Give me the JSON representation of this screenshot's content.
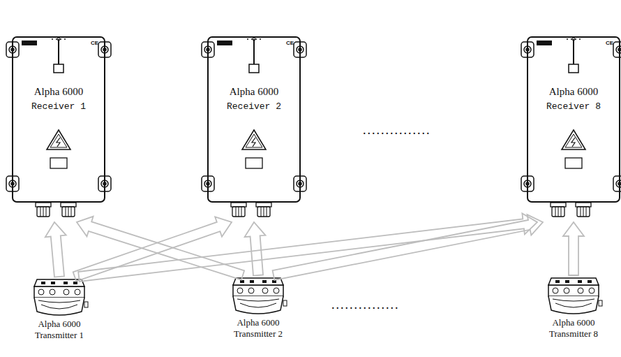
{
  "diagram": {
    "nodes": [
      {
        "text": [
          "Alpha 6000",
          "Receiver 1"
        ]
      },
      {
        "text": [
          "Alpha 6000",
          "Receiver 2"
        ]
      },
      {
        "text": [
          "Alpha 6000",
          "Receiver 8"
        ]
      },
      {
        "text": [
          "Alpha 6000 Transmitter 1"
        ]
      },
      {
        "text": [
          "Alpha 6000 Transmitter 2"
        ]
      },
      {
        "text": [
          "Alpha 6000 Transmitter 8"
        ]
      }
    ],
    "edges": [
      {
        "from": 3,
        "to": 0,
        "arrow": "to"
      },
      {
        "from": 3,
        "to": 1,
        "arrow": "to"
      },
      {
        "from": 3,
        "to": 2,
        "arrow": "to"
      },
      {
        "from": 4,
        "to": 0,
        "arrow": "to"
      },
      {
        "from": 4,
        "to": 1,
        "arrow": "to"
      },
      {
        "from": 4,
        "to": 2,
        "arrow": "to"
      },
      {
        "from": 5,
        "to": 2,
        "arrow": "to"
      }
    ],
    "labels": [
      "...............",
      "...............",
      "CE",
      "CE",
      "CE"
    ]
  }
}
